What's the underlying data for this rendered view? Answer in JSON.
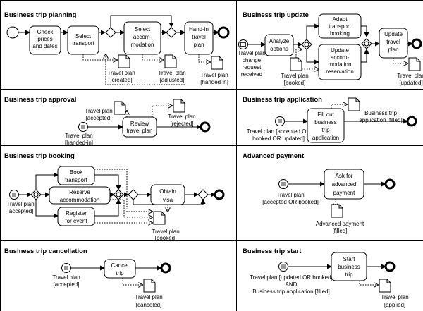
{
  "panels": {
    "p1": {
      "title": "Business trip planning",
      "t1": [
        "Check",
        "prices",
        "and dates"
      ],
      "t2": [
        "Select",
        "transport"
      ],
      "t3": [
        "Select",
        "accom-",
        "modation"
      ],
      "t4": [
        "Hand-in",
        "travel",
        "plan"
      ],
      "d1": [
        "Travel plan",
        "[created]"
      ],
      "d2": [
        "Travel plan",
        "[adjusted]"
      ],
      "d3": [
        "Travel plan",
        "[handed in]"
      ]
    },
    "p2": {
      "title": "Business trip update",
      "t1": [
        "Analyze",
        "options"
      ],
      "t2": [
        "Adapt",
        "transport",
        "booking"
      ],
      "t3": [
        "Update",
        "accom-",
        "modation",
        "reservation"
      ],
      "t4": [
        "Update",
        "travel",
        "plan"
      ],
      "ev": [
        "Travel plan",
        "change",
        "request",
        "received"
      ],
      "d1": [
        "Travel plan",
        "[booked]"
      ],
      "d2": [
        "Travel plan",
        "[updated]"
      ]
    },
    "p3": {
      "title": "Business trip approval",
      "t1": [
        "Review",
        "travel plan"
      ],
      "d1": [
        "Travel plan",
        "[accepted]"
      ],
      "d2": [
        "Travel plan",
        "[handed-in]"
      ],
      "d3": [
        "Travel plan",
        "[rejected]"
      ]
    },
    "p4": {
      "title": "Business trip application",
      "t1": [
        "Fill out",
        "business",
        "trip",
        "application"
      ],
      "d1": [
        "Travel plan [accepted OR",
        "booked OR updated]"
      ],
      "d2": [
        "Business trip",
        "application [filled]"
      ]
    },
    "p5": {
      "title": "Business trip booking",
      "t1": [
        "Book",
        "transport"
      ],
      "t2": [
        "Reserve",
        "accommodation"
      ],
      "t3": [
        "Register",
        "for event"
      ],
      "t4": [
        "Obtain",
        "visa"
      ],
      "d1": [
        "Travel plan",
        "[accepted]"
      ],
      "d2": [
        "Travel plan",
        "[booked]"
      ]
    },
    "p6": {
      "title": "Advanced payment",
      "t1": [
        "Ask for",
        "advanced",
        "payment"
      ],
      "d1": [
        "Travel plan",
        "[accepted OR booked]"
      ],
      "d2": [
        "Advanced payment",
        "[filled]"
      ]
    },
    "p7": {
      "title": "Business trip cancellation",
      "t1": [
        "Cancel",
        "trip"
      ],
      "d1": [
        "Travel plan",
        "[accepted]"
      ],
      "d2": [
        "Travel plan",
        "[canceled]"
      ]
    },
    "p8": {
      "title": "Business trip start",
      "t1": [
        "Start",
        "business",
        "trip"
      ],
      "d1": [
        "Travel plan [updated OR booked]",
        "AND",
        "Business trip application [filled]"
      ],
      "d2": [
        "Travel plan",
        "[applied]"
      ]
    }
  }
}
